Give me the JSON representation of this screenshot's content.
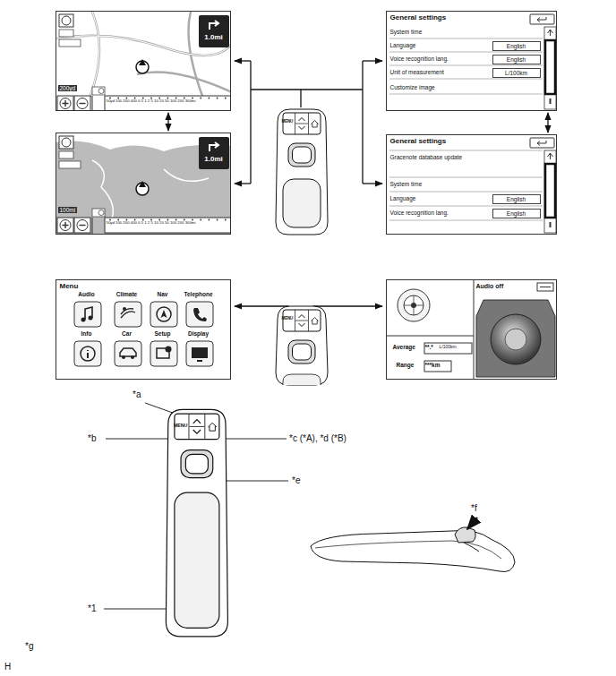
{
  "diagram": {
    "nodes": [
      {
        "text": [
          "1.0mi",
          "200yd",
          "50yd 100 200 400 0.5 1 2 5 10 20 50 100 200 300mi"
        ]
      },
      {
        "text": [
          "1.0mi",
          "100mi",
          "50yd 100 200 400 0.5 1 2 5 10 20 50 100 200 300mi"
        ]
      },
      {
        "text": [
          "General settings",
          "System time",
          "Language",
          "English",
          "Voice recognition lang.",
          "English",
          "Unit of measurement",
          "L/100km",
          "Customize image"
        ]
      },
      {
        "text": [
          "General settings",
          "Gracenote database update",
          "System time",
          "Language",
          "English",
          "Voice recognition lang.",
          "English"
        ]
      },
      {
        "text": [
          "Menu",
          "Audio",
          "Climate",
          "Nav",
          "Telephone",
          "Info",
          "Car",
          "Setup",
          "Display"
        ]
      },
      {
        "text": [
          "Audio off",
          "Average",
          "**.*",
          "L/100km",
          "Range",
          "***km"
        ]
      }
    ],
    "edges": [
      {
        "from": 0,
        "to": 1,
        "arrow": "both"
      },
      {
        "from": 2,
        "to": 3,
        "arrow": "both"
      }
    ],
    "labels": [
      "MENU",
      "MENU",
      "MENU",
      "*a",
      "*b",
      "*c (*A), *d (*B)",
      "*e",
      "*f",
      "*1",
      "*g",
      "H"
    ]
  }
}
